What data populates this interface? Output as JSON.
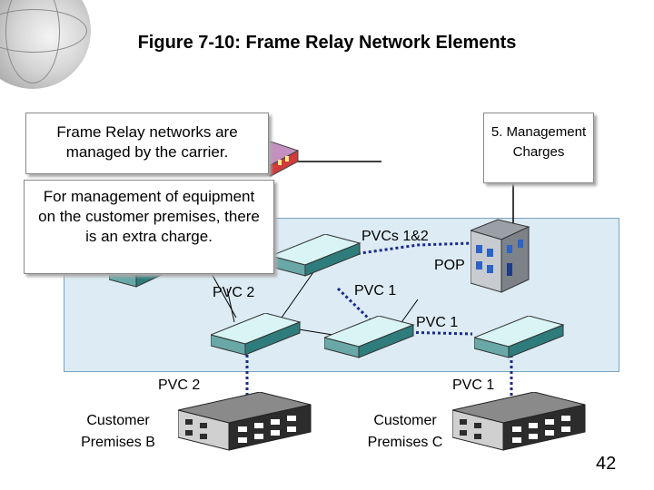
{
  "title": "Figure 7-10: Frame Relay Network Elements",
  "callouts": {
    "carrier_managed": "Frame Relay networks are managed by the carrier.",
    "management_charges": "5. Management Charges",
    "extra_charge": "For management of equipment on the customer premises, there is an extra charge."
  },
  "labels": {
    "pvcs_1_2": "PVCs 1&2",
    "pop": "POP",
    "pvc2_center": "PVC 2",
    "pvc1_center": "PVC 1",
    "pvc1_right": "PVC 1",
    "pvc2_bottom": "PVC 2",
    "pvc1_bottom": "PVC 1",
    "customer_b": "Customer Premises B",
    "customer_c": "Customer Premises C"
  },
  "page_number": "42",
  "colors": {
    "cloud_fill": "#dcebf4",
    "pvc_dotted": "#1b2a8c",
    "switch_top": "#d8f4f4",
    "building_dark": "#2c2c2c"
  },
  "icons": [
    "globe-icon",
    "switch-icon",
    "building-icon",
    "pop-building-icon",
    "router-icon"
  ]
}
